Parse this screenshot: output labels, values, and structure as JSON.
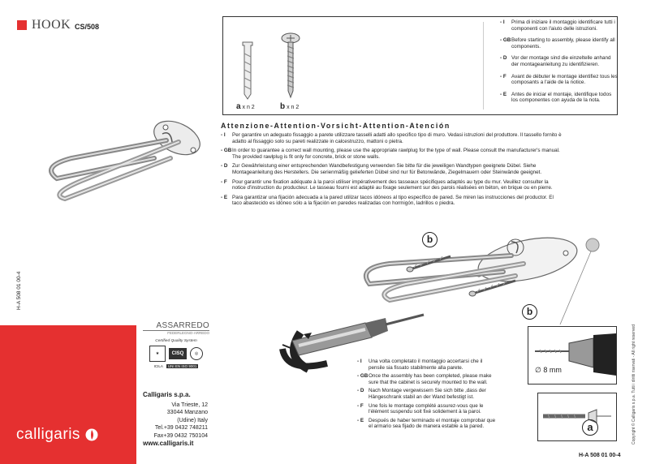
{
  "header": {
    "product": "HOOK",
    "code": "CS/508"
  },
  "parts": [
    {
      "letter": "a",
      "qty": "x n 2"
    },
    {
      "letter": "b",
      "qty": "x n 2"
    }
  ],
  "intro": [
    {
      "code": "- I",
      "text": "Prima di iniziare il montaggio identificare tutti i componenti con l'aiuto delle istruzioni."
    },
    {
      "code": "- GB",
      "text": "Before starting to assembly, please identify all components."
    },
    {
      "code": "- D",
      "text": "Vor der montage sind die einzeltelle anhand der montageanleitung zu identifizieren."
    },
    {
      "code": "- F",
      "text": "Avant de débuter le montage identifiez tous les composants a l'aide de la notice."
    },
    {
      "code": "- E",
      "text": "Antes de iniciar el montaje, identifique todos los componentes con ayuda de la nota."
    }
  ],
  "attention": {
    "title": "Attenzione-Attention-Vorsicht-Attention-Atención",
    "items": [
      {
        "code": "- I",
        "text": "Per garantire un adeguato fissaggio a parete utilizzare tasselli adatti allo specifico tipo di muro. Vedasi istruzioni del produttore. Il tassello fornito è adatto al fissaggio solo su pareti realizzate in calcestruzzo, mattoni o pietra."
      },
      {
        "code": "- GB",
        "text": "In order to guarantee a correct wall mounting, please use the appropriate rawlplug for the type of wall. Please consult the manufacturer's manual. The provided rawlplug is fit only for concrete, brick or stone walls."
      },
      {
        "code": "- D",
        "text": "Zur Gewährleistung einer entsprechenden Wandbefestigung verwenden Sie bitte für die jeweiligen Wandtypen geeignete Dübel. Siehe Montageanleitung des Herstellers. Die serienmäßig gelieferten Dübel sind nur für Betonwände, Ziegelmauern oder Steinwände geeignet."
      },
      {
        "code": "- F",
        "text": "Pour garantir une fixation adéquate à la paroi utiliser impérativement des tasseaux spécifiques adaptés au type du mur. Veuillez consulter la notice d'instruction du producteur. Le tasseau fourni est adapté au fixage seulement sur des parois réalisées en béton, en brique ou en pierre."
      },
      {
        "code": "- E",
        "text": "Para garantizar una fijación adecuada a la pared utilizar tacos idóneos al tipo específico de pared. Se miren las instrucciones del productor. El taco abastecido es idóneo sólo a la fijación en paredes realizadas con hormigón, ladrillos o piedra."
      }
    ]
  },
  "final": [
    {
      "code": "- I",
      "text": "Una volta completato il montaggio accertarsi che il pensile sia fissato stabilmente alla parete."
    },
    {
      "code": "- GB",
      "text": "Once the assembly has been completed, please make sure that the cabinet is securely mounted to the wall."
    },
    {
      "code": "- D",
      "text": "Nach Montage vergewissern Sie sich bitte ,dass der Hängeschrank stabil an der Wand befestigt ist."
    },
    {
      "code": "- F",
      "text": "Une fois le montage complété assurez-vous que le l'élément suspendu soit fixé solidement à la paroi."
    },
    {
      "code": "- E",
      "text": "Después de haber terminado el montaje comprobar que el armario sea fijado de manera estable a la pared."
    }
  ],
  "drill": {
    "size": "8 mm",
    "diameter_symbol": "∅"
  },
  "callouts": {
    "a": "a",
    "b": "b"
  },
  "left_code": "H-A 508 01 00-4",
  "bottom_code": "H-A 508 01 00-4",
  "copyright": "Copyright © Calligaris s.p.a. Tutti i diritti riservati - All right reserved",
  "company": {
    "name": "Calligaris s.p.a.",
    "address1": "Via Trieste, 12",
    "address2": "33044 Manzano",
    "address3": "(Udine) Italy",
    "tel": "Tel.+39 0432 748211",
    "fax": "Fax+39 0432 750104",
    "web": "www.calligaris.it"
  },
  "cert": {
    "assarredo": "ASSARREDO",
    "assarredo_sub": "FEDERLEGNO-ARREDO",
    "quality": "Certified Quality System",
    "cisq": "CISQ",
    "icila": "ICILA",
    "iso": "UNI EN ISO 9001"
  },
  "brand": "calligaris",
  "colors": {
    "brand_red": "#e53030"
  }
}
